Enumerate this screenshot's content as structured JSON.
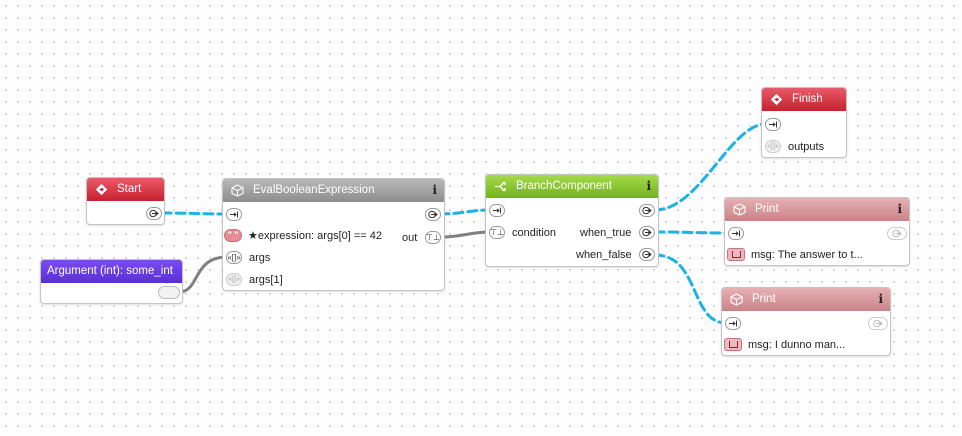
{
  "nodes": {
    "start": {
      "title": "Start"
    },
    "argument": {
      "title": "Argument (int): some_int"
    },
    "eval": {
      "title": "EvalBooleanExpression",
      "info": "i",
      "expression_badge": "\" \"",
      "expression_label": "★expression: args[0] == 42",
      "out_label": "out",
      "out_pin": "⊤⊥",
      "args_pin": "«[]»",
      "args_label": "args",
      "args1_pin": "«[]»",
      "args1_label": "args[1]"
    },
    "branch": {
      "title": "BranchComponent",
      "info": "i",
      "condition_pin": "⊤⊥",
      "condition_label": "condition",
      "when_true_label": "when_true",
      "when_false_label": "when_false"
    },
    "finish": {
      "title": "Finish",
      "outputs_pin": "«[]»",
      "outputs_label": "outputs"
    },
    "print1": {
      "title": "Print",
      "info": "i",
      "msg_label": "msg: The answer to t..."
    },
    "print2": {
      "title": "Print",
      "info": "i",
      "msg_label": "msg: I dunno man..."
    }
  },
  "colors": {
    "control_wire": "#1ab2e8",
    "data_wire": "#808080",
    "start_finish_header": "#d42e3c",
    "eval_header": "#9a9a9a",
    "branch_header": "#8cc63a",
    "print_header": "#d4959a",
    "argument_header": "#6a3de6"
  },
  "icons": {
    "start": "diamond-arrow-icon",
    "finish": "diamond-arrow-icon",
    "eval": "cube-icon",
    "branch": "branch-icon",
    "print": "cube-icon",
    "exec_in": "arrow-in-icon",
    "exec_out": "arrow-out-icon"
  }
}
